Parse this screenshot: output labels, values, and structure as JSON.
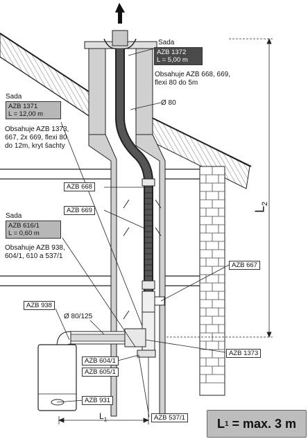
{
  "kits": {
    "top": {
      "title": "Sada",
      "code": "AZB 1372",
      "length": "L = 5,00 m",
      "contents": [
        "Obsahuje AZB 668, 669,",
        "flexi 80 do 5m"
      ]
    },
    "left": {
      "title": "Sada",
      "code": "AZB 1371",
      "length": "L = 12,00 m",
      "contents": [
        "Obsahuje AZB 1373,",
        "667, 2x 669, flexi 80",
        "do 12m, kryt šachty"
      ]
    },
    "mid": {
      "title": "Sada",
      "code": "AZB 616/1",
      "length": "L = 0,60 m",
      "contents": [
        "Obsahuje AZB 938,",
        "604/1, 610 a 537/1"
      ]
    }
  },
  "labels": {
    "dia80": "Ø 80",
    "dia80_125": "Ø 80/125",
    "azb668": "AZB 668",
    "azb669": "AZB 669",
    "azb667": "AZB 667",
    "azb938": "AZB 938",
    "azb1373": "AZB 1373",
    "azb604": "AZB 604/1",
    "azb605": "AZB 605/1",
    "azb931": "AZB 931",
    "azb537": "AZB 537/1",
    "l1": "L",
    "l1_sub": "1",
    "l2": "L",
    "l2_sub": "2",
    "max_main": "L",
    "max_sub": "1",
    "max_rest": " = max. 3 m"
  }
}
